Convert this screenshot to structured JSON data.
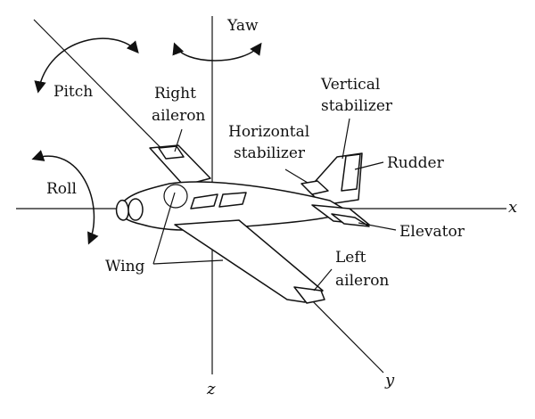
{
  "labels": {
    "yaw": "Yaw",
    "pitch": "Pitch",
    "roll": "Roll",
    "right_aileron_1": "Right",
    "right_aileron_2": "aileron",
    "vertical_stabilizer_1": "Vertical",
    "vertical_stabilizer_2": "stabilizer",
    "horizontal_stabilizer_1": "Horizontal",
    "horizontal_stabilizer_2": "stabilizer",
    "rudder": "Rudder",
    "elevator": "Elevator",
    "wing": "Wing",
    "left_aileron_1": "Left",
    "left_aileron_2": "aileron"
  },
  "axes": {
    "x": "x",
    "y": "y",
    "z": "z"
  }
}
